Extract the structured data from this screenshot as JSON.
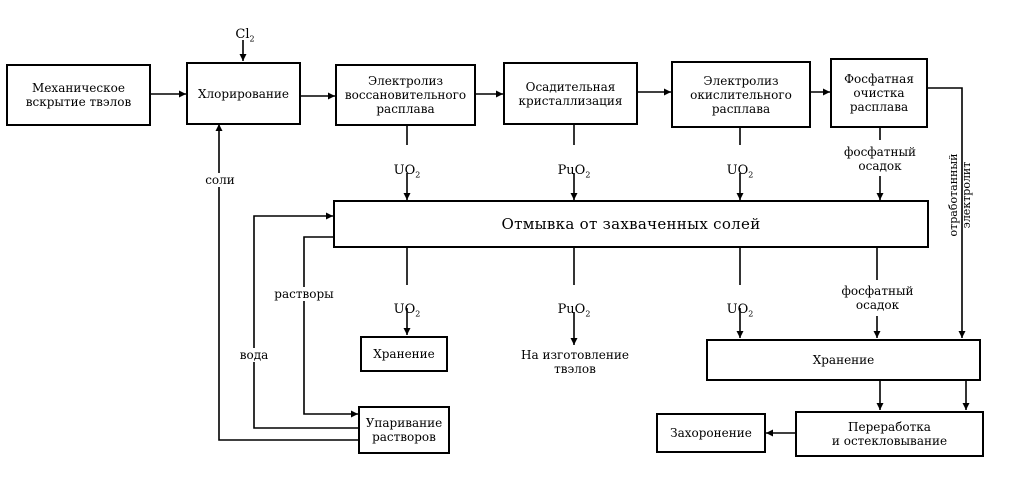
{
  "boxes": {
    "mech": "Механическое\nвскрытие твэлов",
    "chlor": "Хлорирование",
    "elred": "Электролиз\nвосcановительного\nрасплава",
    "cryst": "Осадительная\nкристаллизация",
    "elox": "Электролиз\nокислительного\nрасплава",
    "phos": "Фосфатная\nочистка\nрасплава",
    "wash": "Отмывка от захваченных солей",
    "store1": "Хранение",
    "store2": "Хранение",
    "evap": "Упаривание\nрастворов",
    "burial": "Захоронение",
    "vitr": "Переработка\nи остекловывание"
  },
  "labels": {
    "cl2_base": "Cl",
    "cl2_sub": "2",
    "uo2_base": "UO",
    "uo2_sub": "2",
    "puo2_base": "PuO",
    "puo2_sub": "2",
    "phos_sediment": "фосфатный\nосадок",
    "salts": "соли",
    "solutions": "растворы",
    "water": "вода",
    "to_fuel": "На изготовление\nтвэлов",
    "spent_electrolyte": "отработанный\nэлектролит"
  }
}
